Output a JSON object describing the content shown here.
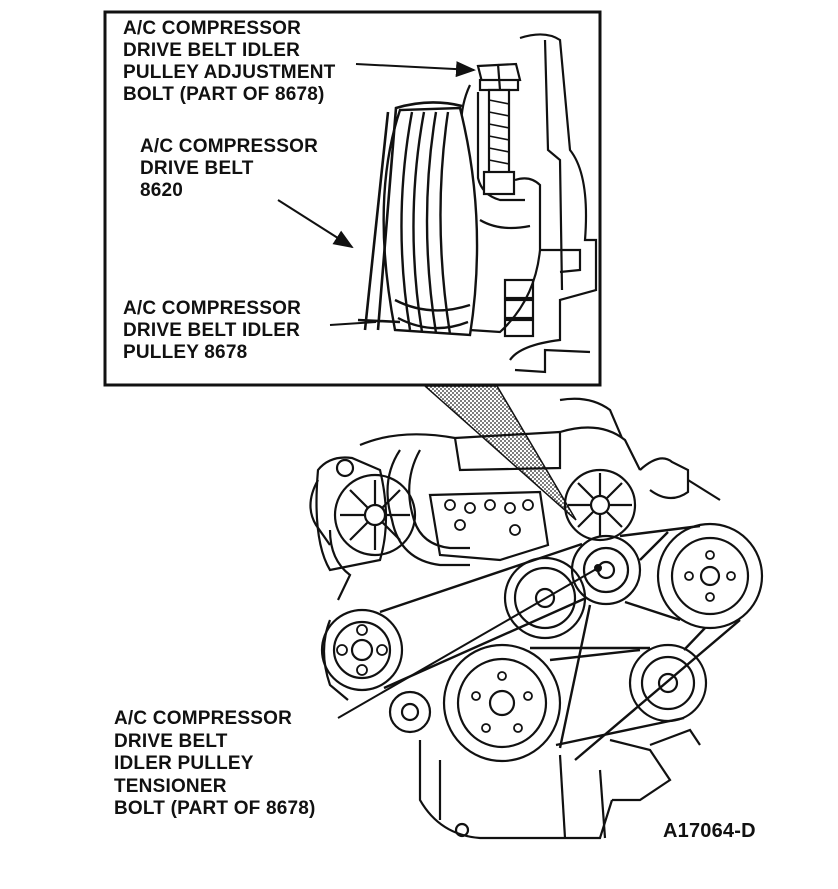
{
  "diagram": {
    "callouts": [
      {
        "id": "adjustment-bolt",
        "lines": [
          "A/C COMPRESSOR",
          "DRIVE BELT IDLER",
          "PULLEY ADJUSTMENT",
          "BOLT (PART OF 8678)"
        ]
      },
      {
        "id": "drive-belt",
        "lines": [
          "A/C COMPRESSOR",
          "DRIVE BELT",
          "8620"
        ]
      },
      {
        "id": "idler-pulley",
        "lines": [
          "A/C COMPRESSOR",
          "DRIVE BELT IDLER",
          "PULLEY 8678"
        ]
      },
      {
        "id": "tensioner-bolt",
        "lines": [
          "A/C COMPRESSOR",
          "DRIVE BELT",
          "IDLER PULLEY",
          "TENSIONER",
          "BOLT (PART OF 8678)"
        ]
      }
    ],
    "figure_code": "A17064-D"
  }
}
